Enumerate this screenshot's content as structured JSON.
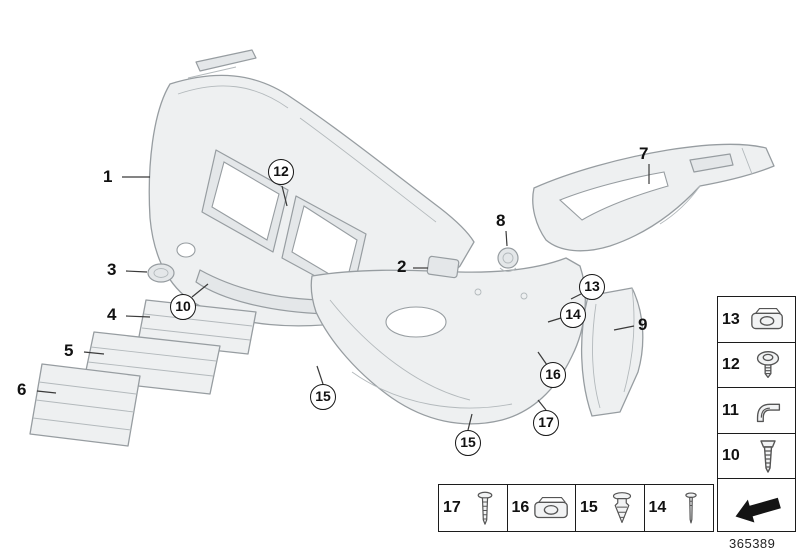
{
  "drawing_number": "365389",
  "colors": {
    "outline": "#979da1",
    "callout": "#111111",
    "legend_border": "#1c1c1c"
  },
  "callouts": [
    {
      "label": "1",
      "circled": false
    },
    {
      "label": "12",
      "circled": true
    },
    {
      "label": "3",
      "circled": false
    },
    {
      "label": "10",
      "circled": true
    },
    {
      "label": "4",
      "circled": false
    },
    {
      "label": "5",
      "circled": false
    },
    {
      "label": "6",
      "circled": false
    },
    {
      "label": "2",
      "circled": false
    },
    {
      "label": "8",
      "circled": false
    },
    {
      "label": "7",
      "circled": false
    },
    {
      "label": "13",
      "circled": true
    },
    {
      "label": "14",
      "circled": true
    },
    {
      "label": "9",
      "circled": false
    },
    {
      "label": "16",
      "circled": true
    },
    {
      "label": "15",
      "circled": true
    },
    {
      "label": "15",
      "circled": true
    },
    {
      "label": "17",
      "circled": true
    }
  ],
  "legend_right": [
    {
      "label": "13",
      "icon": "speed-clip-icon"
    },
    {
      "label": "12",
      "icon": "bolt-washer-icon"
    },
    {
      "label": "11",
      "icon": "cage-clip-icon"
    },
    {
      "label": "10",
      "icon": "tapping-screw-icon"
    },
    {
      "label": "",
      "icon": "view-direction-icon"
    }
  ],
  "legend_bottom": [
    {
      "label": "17",
      "icon": "long-screw-icon"
    },
    {
      "label": "16",
      "icon": "speed-clip-icon"
    },
    {
      "label": "15",
      "icon": "expansion-rivet-icon"
    },
    {
      "label": "14",
      "icon": "push-pin-icon"
    }
  ]
}
